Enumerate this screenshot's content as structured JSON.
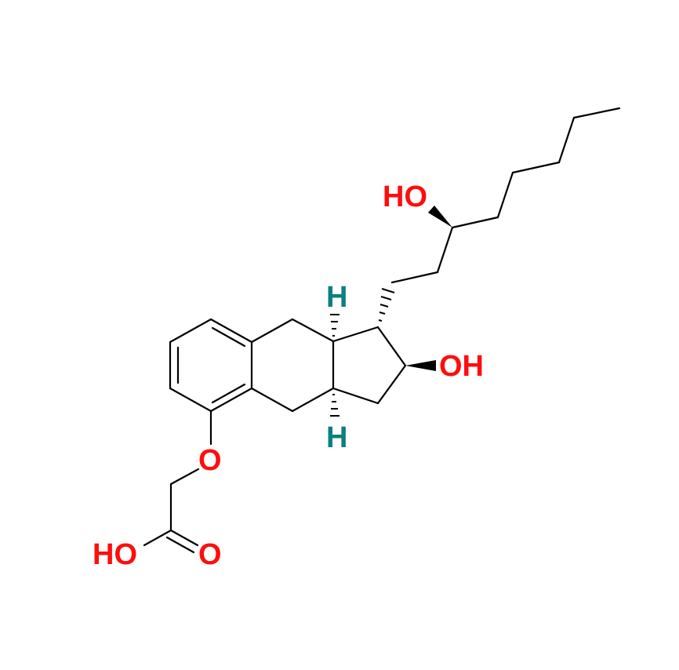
{
  "molecule": {
    "atom_labels": {
      "carboxyl_hydroxyl": "HO",
      "carbonyl_oxygen": "O",
      "ether_oxygen": "O",
      "ring_hydroxyl": "OH",
      "chain_hydroxyl": "HO",
      "stereo_h_top": "H",
      "stereo_h_bottom": "H"
    },
    "colors": {
      "bond": "#000000",
      "oxygen": "#ff0d0d",
      "hydrogen": "#0d7f7f"
    }
  }
}
